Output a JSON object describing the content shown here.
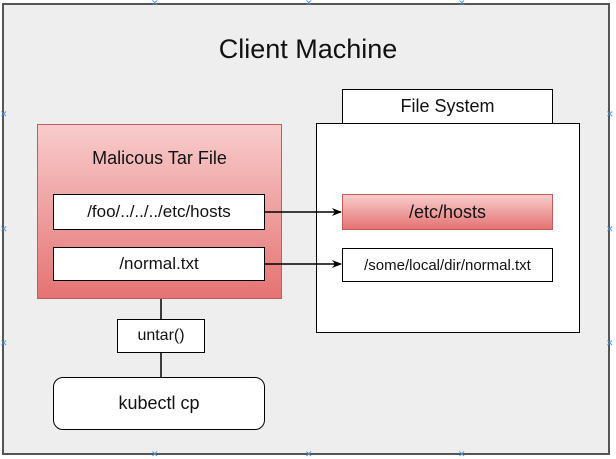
{
  "diagram": {
    "title": "Client Machine",
    "tar_file": {
      "label": "Malicous Tar File",
      "entries": [
        "/foo/../../../etc/hosts",
        "/normal.txt"
      ]
    },
    "file_system": {
      "label": "File System",
      "targets": [
        "/etc/hosts",
        "/some/local/dir/normal.txt"
      ]
    },
    "untar_label": "untar()",
    "command_label": "kubectl cp"
  },
  "colors": {
    "background": "#eeeeee",
    "malicious_fill_top": "#f8cccc",
    "malicious_fill_bottom": "#e57373",
    "malicious_border": "#c55a5a",
    "selection_handle": "#4a90d9"
  }
}
